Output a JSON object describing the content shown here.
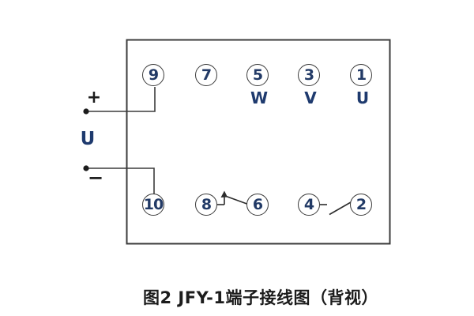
{
  "figure": {
    "caption": "图2 JFY-1端子接线图（背视）"
  },
  "relay_box": {
    "top_terminals": [
      "9",
      "7",
      "5",
      "3",
      "1"
    ],
    "bottom_terminals": [
      "10",
      "8",
      "6",
      "4",
      "2"
    ],
    "phase_labels": [
      "W",
      "V",
      "U"
    ]
  },
  "power_source": {
    "positive_label": "+",
    "negative_label": "−",
    "voltage_label": "U"
  },
  "colors": {
    "line": "#3b3b3b",
    "terminal_number": "#223a66",
    "phase_letter": "#1e3a6e",
    "caption_text": "#1c1c1c",
    "background": "#ffffff"
  }
}
